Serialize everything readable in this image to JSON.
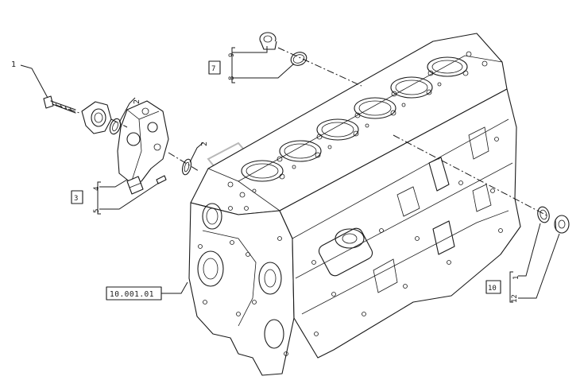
{
  "callouts": {
    "c1_top": "1",
    "c2_left": "2",
    "c2_right": "2",
    "group7_box": "7",
    "group7_a": "9",
    "group7_b": "8",
    "group3_box": "3",
    "group3_a": "4",
    "group3_b": "5",
    "group10_box": "10",
    "group10_a": "1",
    "group10_b": "12"
  },
  "reference_box": "10.001.01"
}
